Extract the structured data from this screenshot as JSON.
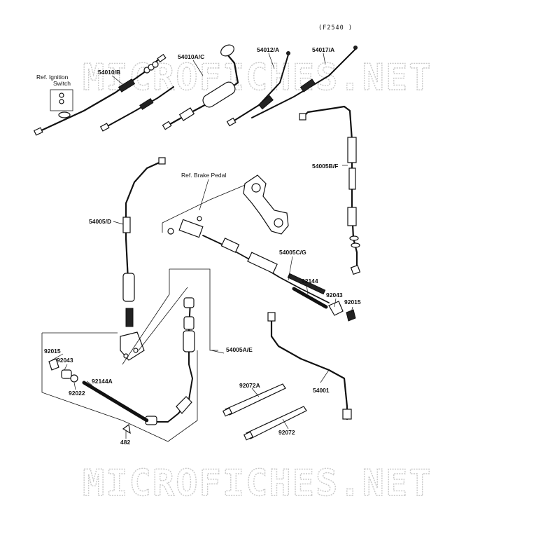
{
  "figure_code": "(F2540 )",
  "watermark": "MICROFICHES.NET",
  "references": {
    "ignition": [
      "Ref. Ignition",
      "Switch"
    ],
    "brake_pedal": "Ref. Brake Pedal"
  },
  "parts": {
    "p54010B": "54010/B",
    "p54010AC": "54010A/C",
    "p54012A": "54012/A",
    "p54017A": "54017/A",
    "p54005BF": "54005B/F",
    "p54005D": "54005/D",
    "p54005CG": "54005C/G",
    "p92144": "92144",
    "p92043a": "92043",
    "p92015a": "92015",
    "p54005AE": "54005A/E",
    "p92015b": "92015",
    "p92043b": "92043",
    "p92022": "92022",
    "p92144A": "92144A",
    "p482": "482",
    "p92072A": "92072A",
    "p92072": "92072",
    "p54001": "54001"
  }
}
